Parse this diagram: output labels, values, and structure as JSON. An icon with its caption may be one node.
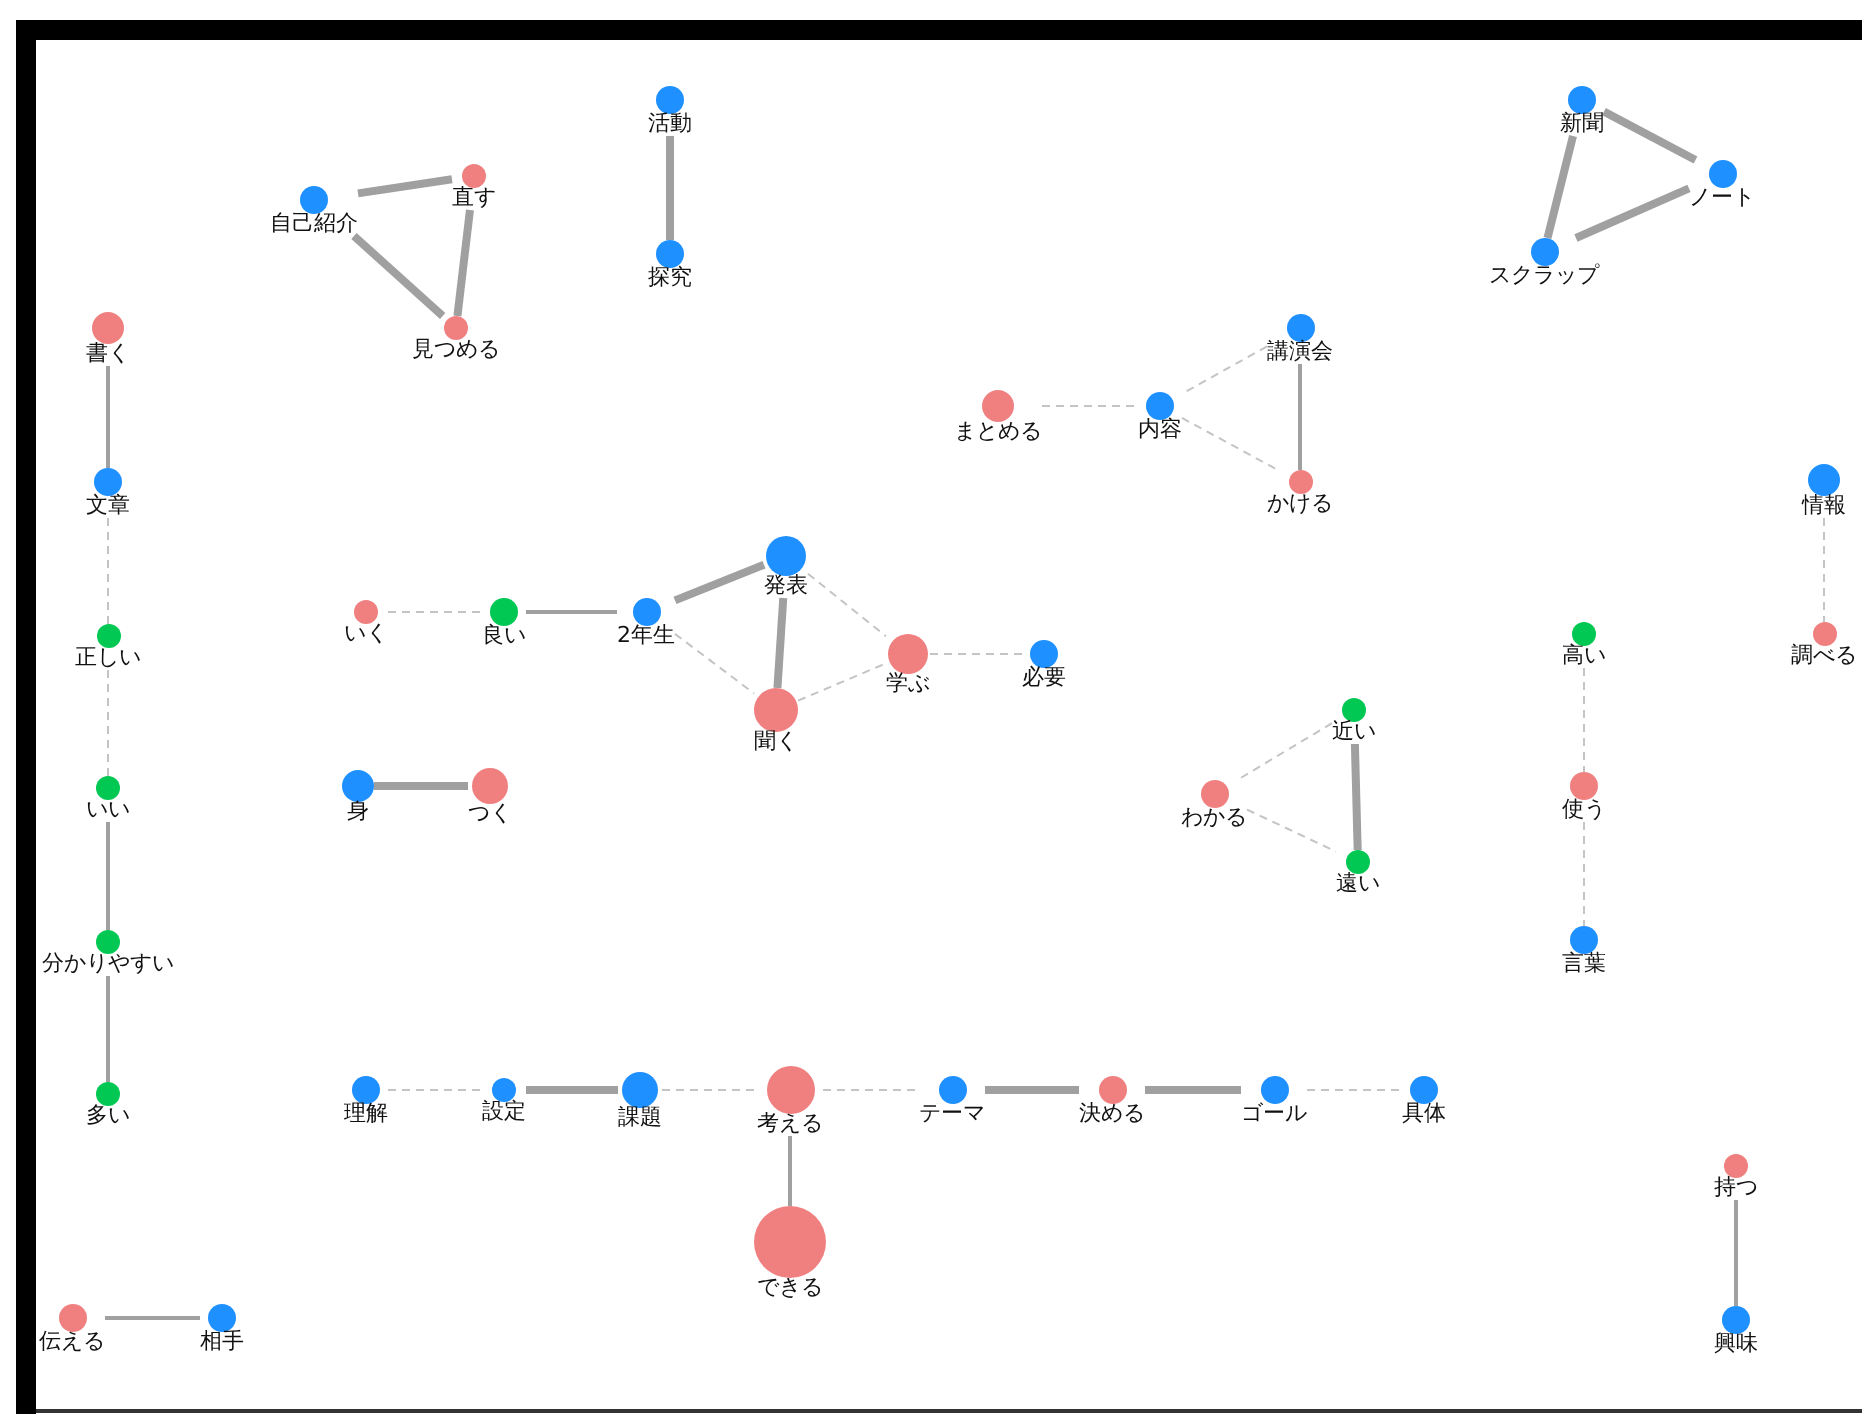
{
  "diagram": {
    "nodes": [
      {
        "text": [
          "活動"
        ]
      },
      {
        "text": [
          "探究"
        ]
      },
      {
        "text": [
          "自己紹介"
        ]
      },
      {
        "text": [
          "直す"
        ]
      },
      {
        "text": [
          "見つめる"
        ]
      },
      {
        "text": [
          "新聞"
        ]
      },
      {
        "text": [
          "ノート"
        ]
      },
      {
        "text": [
          "スクラップ"
        ]
      },
      {
        "text": [
          "書く"
        ]
      },
      {
        "text": [
          "文章"
        ]
      },
      {
        "text": [
          "正しい"
        ]
      },
      {
        "text": [
          "いい"
        ]
      },
      {
        "text": [
          "分かりやすい"
        ]
      },
      {
        "text": [
          "多い"
        ]
      },
      {
        "text": [
          "講演会"
        ]
      },
      {
        "text": [
          "まとめる"
        ]
      },
      {
        "text": [
          "内容"
        ]
      },
      {
        "text": [
          "かける"
        ]
      },
      {
        "text": [
          "情報"
        ]
      },
      {
        "text": [
          "調べる"
        ]
      },
      {
        "text": [
          "発表"
        ]
      },
      {
        "text": [
          "いく"
        ]
      },
      {
        "text": [
          "良い"
        ]
      },
      {
        "text": [
          "2年生"
        ]
      },
      {
        "text": [
          "学ぶ"
        ]
      },
      {
        "text": [
          "必要"
        ]
      },
      {
        "text": [
          "聞く"
        ]
      },
      {
        "text": [
          "高い"
        ]
      },
      {
        "text": [
          "近い"
        ]
      },
      {
        "text": [
          "身"
        ]
      },
      {
        "text": [
          "つく"
        ]
      },
      {
        "text": [
          "わかる"
        ]
      },
      {
        "text": [
          "使う"
        ]
      },
      {
        "text": [
          "遠い"
        ]
      },
      {
        "text": [
          "言葉"
        ]
      },
      {
        "text": [
          "理解"
        ]
      },
      {
        "text": [
          "設定"
        ]
      },
      {
        "text": [
          "課題"
        ]
      },
      {
        "text": [
          "考える"
        ]
      },
      {
        "text": [
          "テーマ"
        ]
      },
      {
        "text": [
          "決める"
        ]
      },
      {
        "text": [
          "ゴール"
        ]
      },
      {
        "text": [
          "具体"
        ]
      },
      {
        "text": [
          "持つ"
        ]
      },
      {
        "text": [
          "できる"
        ]
      },
      {
        "text": [
          "伝える"
        ]
      },
      {
        "text": [
          "相手"
        ]
      },
      {
        "text": [
          "興味"
        ]
      }
    ],
    "edges": [
      {
        "from": 0,
        "to": 1,
        "arrow": "none",
        "style": "thick"
      },
      {
        "from": 2,
        "to": 3,
        "arrow": "none",
        "style": "thick"
      },
      {
        "from": 3,
        "to": 4,
        "arrow": "none",
        "style": "thick"
      },
      {
        "from": 2,
        "to": 4,
        "arrow": "none",
        "style": "thick"
      },
      {
        "from": 5,
        "to": 6,
        "arrow": "none",
        "style": "thick"
      },
      {
        "from": 6,
        "to": 7,
        "arrow": "none",
        "style": "thick"
      },
      {
        "from": 5,
        "to": 7,
        "arrow": "none",
        "style": "thick"
      },
      {
        "from": 8,
        "to": 9,
        "arrow": "none"
      },
      {
        "from": 9,
        "to": 10,
        "arrow": "none",
        "style": "dashed"
      },
      {
        "from": 10,
        "to": 11,
        "arrow": "none",
        "style": "dashed"
      },
      {
        "from": 11,
        "to": 12,
        "arrow": "none"
      },
      {
        "from": 12,
        "to": 13,
        "arrow": "none"
      },
      {
        "from": 14,
        "to": 16,
        "arrow": "none",
        "style": "dashed"
      },
      {
        "from": 15,
        "to": 16,
        "arrow": "none",
        "style": "dashed"
      },
      {
        "from": 16,
        "to": 17,
        "arrow": "none",
        "style": "dashed"
      },
      {
        "from": 14,
        "to": 17,
        "arrow": "none"
      },
      {
        "from": 18,
        "to": 19,
        "arrow": "none",
        "style": "dashed"
      },
      {
        "from": 21,
        "to": 22,
        "arrow": "none",
        "style": "dashed"
      },
      {
        "from": 22,
        "to": 23,
        "arrow": "none"
      },
      {
        "from": 23,
        "to": 20,
        "arrow": "none",
        "style": "thick"
      },
      {
        "from": 20,
        "to": 26,
        "arrow": "none",
        "style": "thick"
      },
      {
        "from": 20,
        "to": 24,
        "arrow": "none",
        "style": "dashed"
      },
      {
        "from": 23,
        "to": 26,
        "arrow": "none",
        "style": "dashed"
      },
      {
        "from": 26,
        "to": 24,
        "arrow": "none",
        "style": "dashed"
      },
      {
        "from": 24,
        "to": 25,
        "arrow": "none",
        "style": "dashed"
      },
      {
        "from": 27,
        "to": 32,
        "arrow": "none",
        "style": "dashed"
      },
      {
        "from": 32,
        "to": 34,
        "arrow": "none",
        "style": "dashed"
      },
      {
        "from": 28,
        "to": 31,
        "arrow": "none",
        "style": "dashed"
      },
      {
        "from": 31,
        "to": 33,
        "arrow": "none",
        "style": "dashed"
      },
      {
        "from": 28,
        "to": 33,
        "arrow": "none",
        "style": "thick"
      },
      {
        "from": 29,
        "to": 30,
        "arrow": "none",
        "style": "thick"
      },
      {
        "from": 35,
        "to": 36,
        "arrow": "none",
        "style": "dashed"
      },
      {
        "from": 36,
        "to": 37,
        "arrow": "none",
        "style": "thick"
      },
      {
        "from": 37,
        "to": 38,
        "arrow": "none",
        "style": "dashed"
      },
      {
        "from": 38,
        "to": 39,
        "arrow": "none",
        "style": "dashed"
      },
      {
        "from": 39,
        "to": 40,
        "arrow": "none",
        "style": "thick"
      },
      {
        "from": 40,
        "to": 41,
        "arrow": "none",
        "style": "thick"
      },
      {
        "from": 41,
        "to": 42,
        "arrow": "none",
        "style": "dashed"
      },
      {
        "from": 38,
        "to": 44,
        "arrow": "none"
      },
      {
        "from": 43,
        "to": 47,
        "arrow": "none"
      },
      {
        "from": 45,
        "to": 46,
        "arrow": "none"
      }
    ]
  }
}
